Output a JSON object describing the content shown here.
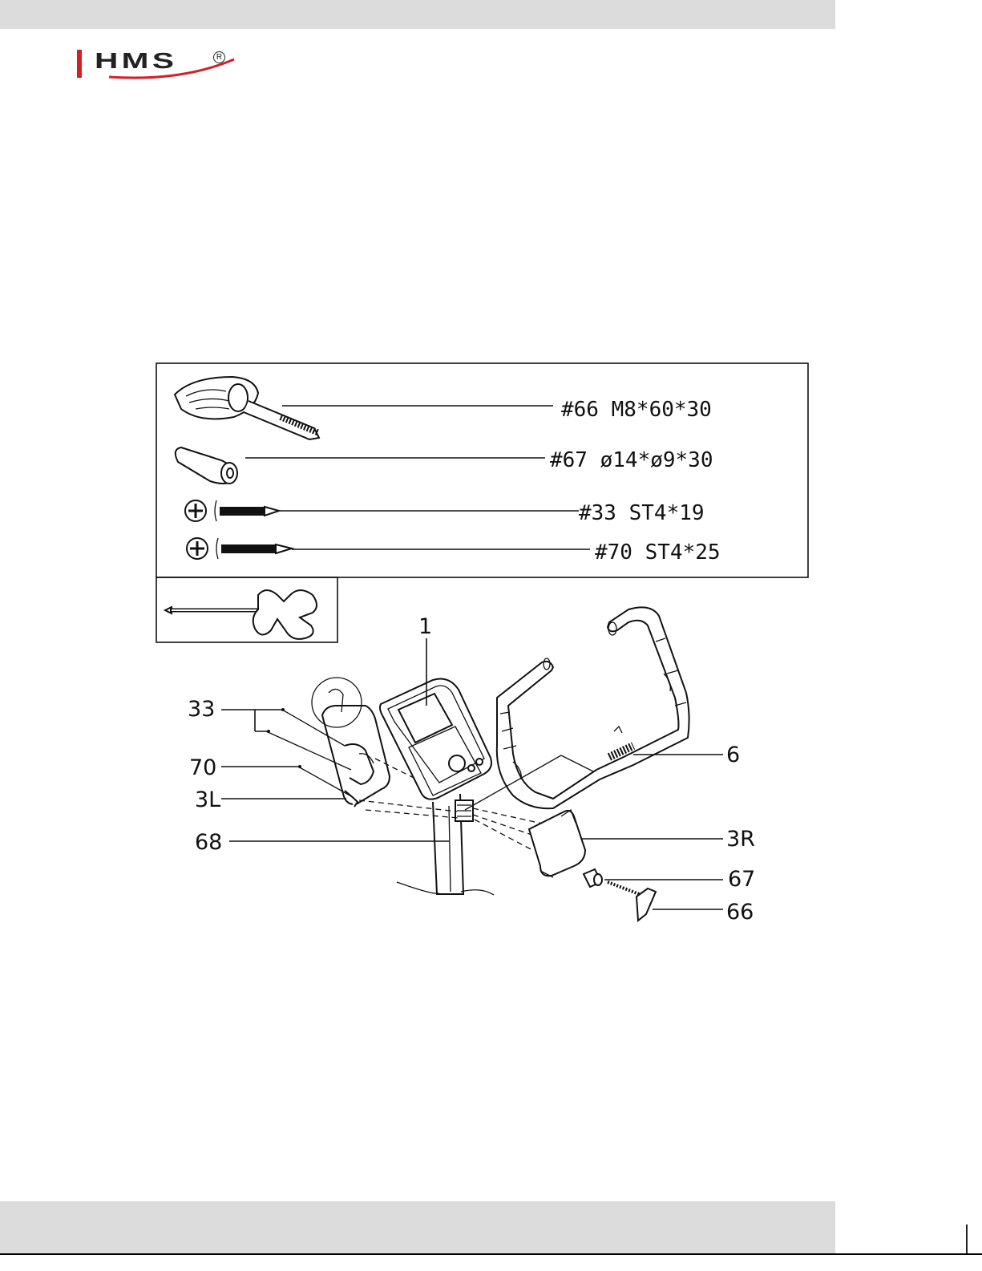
{
  "header": {
    "brand": "HMS",
    "registered_mark": "R",
    "brand_color": "#d41f26"
  },
  "hardware_list": [
    {
      "label": "#66  M8*60*30",
      "icon": "knob-bolt-icon"
    },
    {
      "label": "#67  ø14*ø9*30",
      "icon": "spacer-tube-icon"
    },
    {
      "label": "#33  ST4*19",
      "icon": "screw-icon"
    },
    {
      "label": "#70  ST4*25",
      "icon": "screw-icon"
    }
  ],
  "tool_icon": "combination-wrench-screwdriver-icon",
  "callouts": {
    "c1": "1",
    "c33": "33",
    "c70": "70",
    "c3L": "3L",
    "c68": "68",
    "c6": "6",
    "c3R": "3R",
    "c67": "67",
    "c66": "66"
  }
}
